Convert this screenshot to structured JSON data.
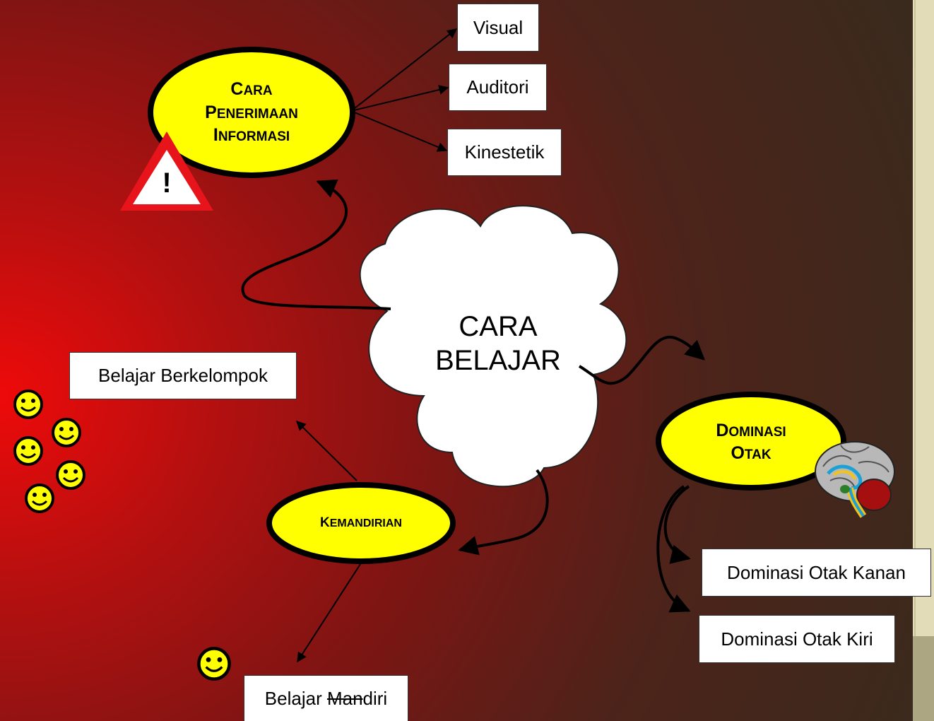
{
  "center": {
    "line1": "CARA",
    "line2": "BELAJAR"
  },
  "penerimaan": {
    "line1_first": "C",
    "line1_rest": "ARA",
    "line2_first": "P",
    "line2_rest": "ENERIMAAN",
    "line3_first": "I",
    "line3_rest": "NFORMASI",
    "children": [
      "Visual",
      "Auditori",
      "Kinestetik"
    ]
  },
  "dominasi": {
    "line1_first": "D",
    "line1_rest": "OMINASI",
    "line2_first": "O",
    "line2_rest": "TAK",
    "children": [
      "Dominasi Otak Kanan",
      "Dominasi Otak Kiri"
    ]
  },
  "kemandirian": {
    "first": "K",
    "rest": "EMANDIRIAN",
    "child_group": "Belajar Berkelompok",
    "child_solo_a": "Belajar ",
    "child_solo_b": "Man",
    "child_solo_c": "diri"
  },
  "warning": {
    "symbol": "!"
  },
  "colors": {
    "oval_fill": "#ffff00",
    "oval_stroke": "#000000",
    "box_fill": "#ffffff",
    "warning_red": "#e8141b",
    "smiley_fill": "#ffff00"
  },
  "icons": [
    "warning-icon",
    "smiley-icon",
    "brain-icon"
  ]
}
